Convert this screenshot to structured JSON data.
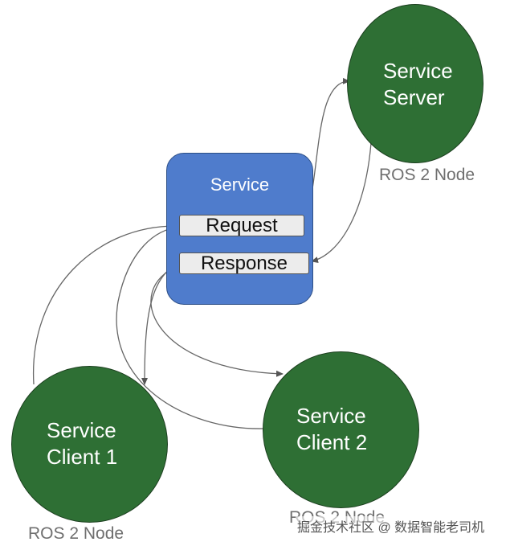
{
  "service": {
    "title": "Service",
    "request_label": "Request",
    "response_label": "Response"
  },
  "server": {
    "label": "Service\nServer",
    "ros_label": "ROS 2 Node"
  },
  "client1": {
    "label": "Service\nClient 1",
    "ros_label": "ROS 2 Node"
  },
  "client2": {
    "label": "Service\nClient 2",
    "ros_label": "ROS 2 Node"
  },
  "watermark": "掘金技术社区 @ 数据智能老司机",
  "colors": {
    "node_fill": "#2e6f34",
    "service_fill": "#4f7ccc",
    "arrow": "#555555"
  }
}
